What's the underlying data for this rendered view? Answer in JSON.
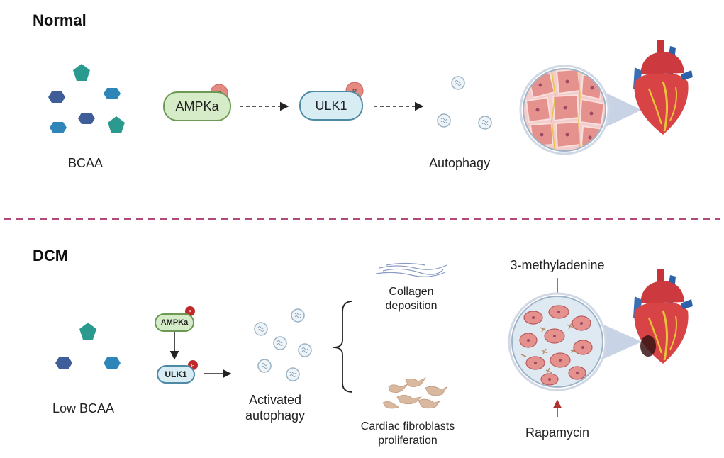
{
  "normal": {
    "title": "Normal",
    "bcaa_label": "BCAA",
    "ampk_label": "AMPKa",
    "ulk_label": "ULK1",
    "phospho_label": "P",
    "autophagy_label": "Autophagy"
  },
  "dcm": {
    "title": "DCM",
    "bcaa_label": "Low BCAA",
    "ampk_label": "AMPKa",
    "ulk_label": "ULK1",
    "phospho_label": "P",
    "autophagy_label_1": "Activated",
    "autophagy_label_2": "autophagy",
    "collagen_label_1": "Collagen",
    "collagen_label_2": "deposition",
    "fibroblast_label_1": "Cardiac fibroblasts",
    "fibroblast_label_2": "proliferation",
    "inhibitor_label": "3-methyladenine",
    "activator_label": "Rapamycin"
  },
  "colors": {
    "hexagon_dark": "#3f5e99",
    "hexagon_blue": "#2e86b8",
    "pentagon_teal": "#2a9a8f",
    "phospho_normal": "#e58a82",
    "phospho_dcm": "#c0282a",
    "divider": "#b04a7a",
    "inhibitor": "#4c8c3a",
    "activator": "#b0322e",
    "myocyte": "#e5928f",
    "tissue_bg": "#f4cccc"
  }
}
